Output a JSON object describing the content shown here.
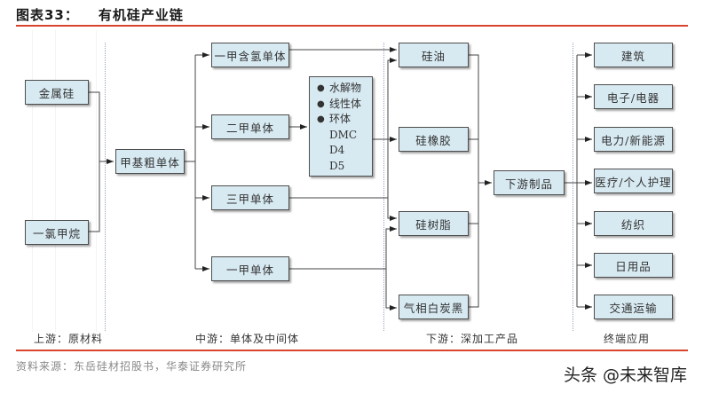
{
  "header": {
    "figure_label": "图表33：",
    "title": "有机硅产业链"
  },
  "upstream": {
    "nodes": [
      {
        "id": "metal-silicon",
        "label": "金属硅"
      },
      {
        "id": "methyl-chloride",
        "label": "一氯甲烷"
      }
    ]
  },
  "crude": {
    "label": "甲基粗单体"
  },
  "monomers": [
    {
      "id": "methyl-hydrogen",
      "label": "一甲含氢单体"
    },
    {
      "id": "dimethyl",
      "label": "二甲单体"
    },
    {
      "id": "trimethyl",
      "label": "三甲单体"
    },
    {
      "id": "monomethyl",
      "label": "一甲单体"
    }
  ],
  "intermediates": {
    "bullets": [
      "水解物",
      "线性体",
      "环体"
    ],
    "items": [
      "DMC",
      "D4",
      "D5"
    ]
  },
  "downstream": [
    {
      "id": "silicone-oil",
      "label": "硅油"
    },
    {
      "id": "silicone-rubber",
      "label": "硅橡胶"
    },
    {
      "id": "silicone-resin",
      "label": "硅树脂"
    },
    {
      "id": "fumed-silica",
      "label": "气相白炭黑"
    }
  ],
  "products": {
    "label": "下游制品"
  },
  "applications": [
    {
      "id": "construction",
      "label": "建筑"
    },
    {
      "id": "electronics",
      "label": "电子/电器"
    },
    {
      "id": "power",
      "label": "电力/新能源"
    },
    {
      "id": "medical",
      "label": "医疗/个人护理"
    },
    {
      "id": "textile",
      "label": "纺织"
    },
    {
      "id": "daily",
      "label": "日用品"
    },
    {
      "id": "transport",
      "label": "交通运输"
    }
  ],
  "stages": {
    "upstream": "上游：原材料",
    "midstream": "中游：单体及中间体",
    "downstream": "下游：深加工产品",
    "terminal": "终端应用"
  },
  "footer": {
    "source": "资料来源：东岳硅材招股书，华泰证券研究所",
    "watermark": "头条 @未来智库"
  },
  "colors": {
    "accent_rule": "#d9442f",
    "box_fill": "#d7e9f1",
    "box_border": "#4d4d4d"
  }
}
